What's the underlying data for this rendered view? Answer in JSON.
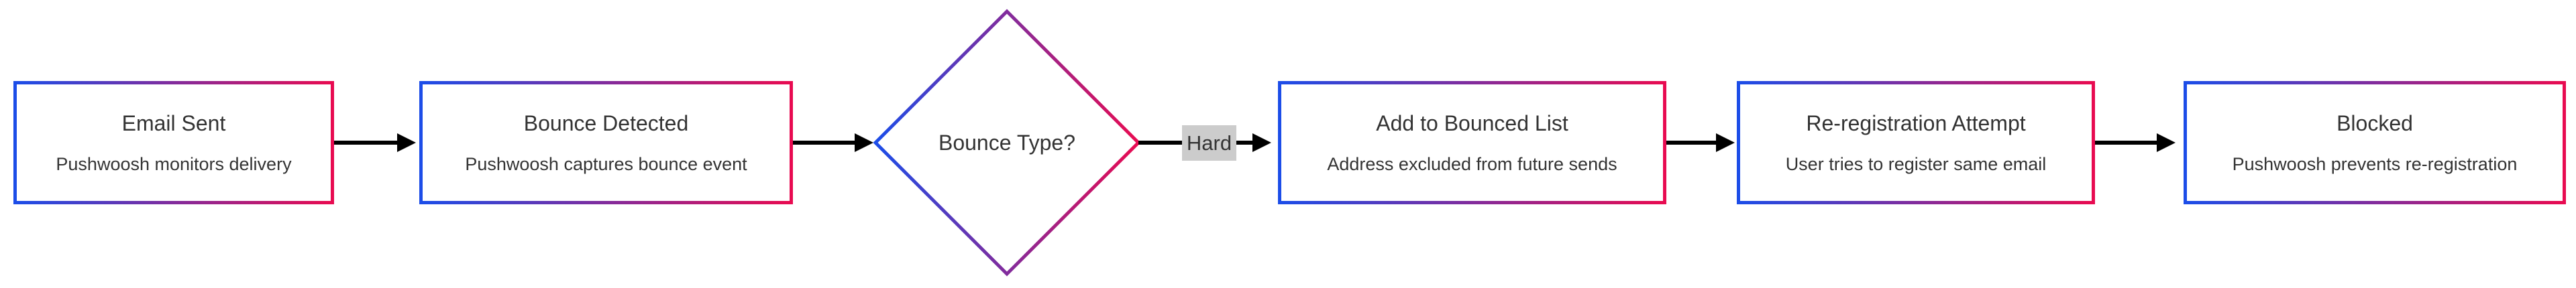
{
  "diagram": {
    "type": "flowchart",
    "direction": "left-to-right",
    "colors": {
      "node_border_gradient_from": "#1c4de8",
      "node_border_gradient_to": "#e80b51",
      "node_fill": "#ffffff",
      "edge_color": "#000000",
      "edge_label_background": "#cccccc",
      "text_color": "#333333",
      "page_background": "#ffffff"
    },
    "nodes": [
      {
        "id": "email_sent",
        "shape": "rect",
        "title": "Email Sent",
        "subtitle": "Pushwoosh monitors delivery"
      },
      {
        "id": "bounce_detected",
        "shape": "rect",
        "title": "Bounce Detected",
        "subtitle": "Pushwoosh captures bounce event"
      },
      {
        "id": "bounce_type",
        "shape": "diamond",
        "title": "Bounce Type?"
      },
      {
        "id": "add_to_bounced_list",
        "shape": "rect",
        "title": "Add to Bounced List",
        "subtitle": "Address excluded from future sends"
      },
      {
        "id": "re_registration_attempt",
        "shape": "rect",
        "title": "Re-registration Attempt",
        "subtitle": "User tries to register same email"
      },
      {
        "id": "blocked",
        "shape": "rect",
        "title": "Blocked",
        "subtitle": "Pushwoosh prevents re-registration"
      }
    ],
    "edges": [
      {
        "from": "email_sent",
        "to": "bounce_detected",
        "label": ""
      },
      {
        "from": "bounce_detected",
        "to": "bounce_type",
        "label": ""
      },
      {
        "from": "bounce_type",
        "to": "add_to_bounced_list",
        "label": "Hard"
      },
      {
        "from": "add_to_bounced_list",
        "to": "re_registration_attempt",
        "label": ""
      },
      {
        "from": "re_registration_attempt",
        "to": "blocked",
        "label": ""
      }
    ]
  }
}
